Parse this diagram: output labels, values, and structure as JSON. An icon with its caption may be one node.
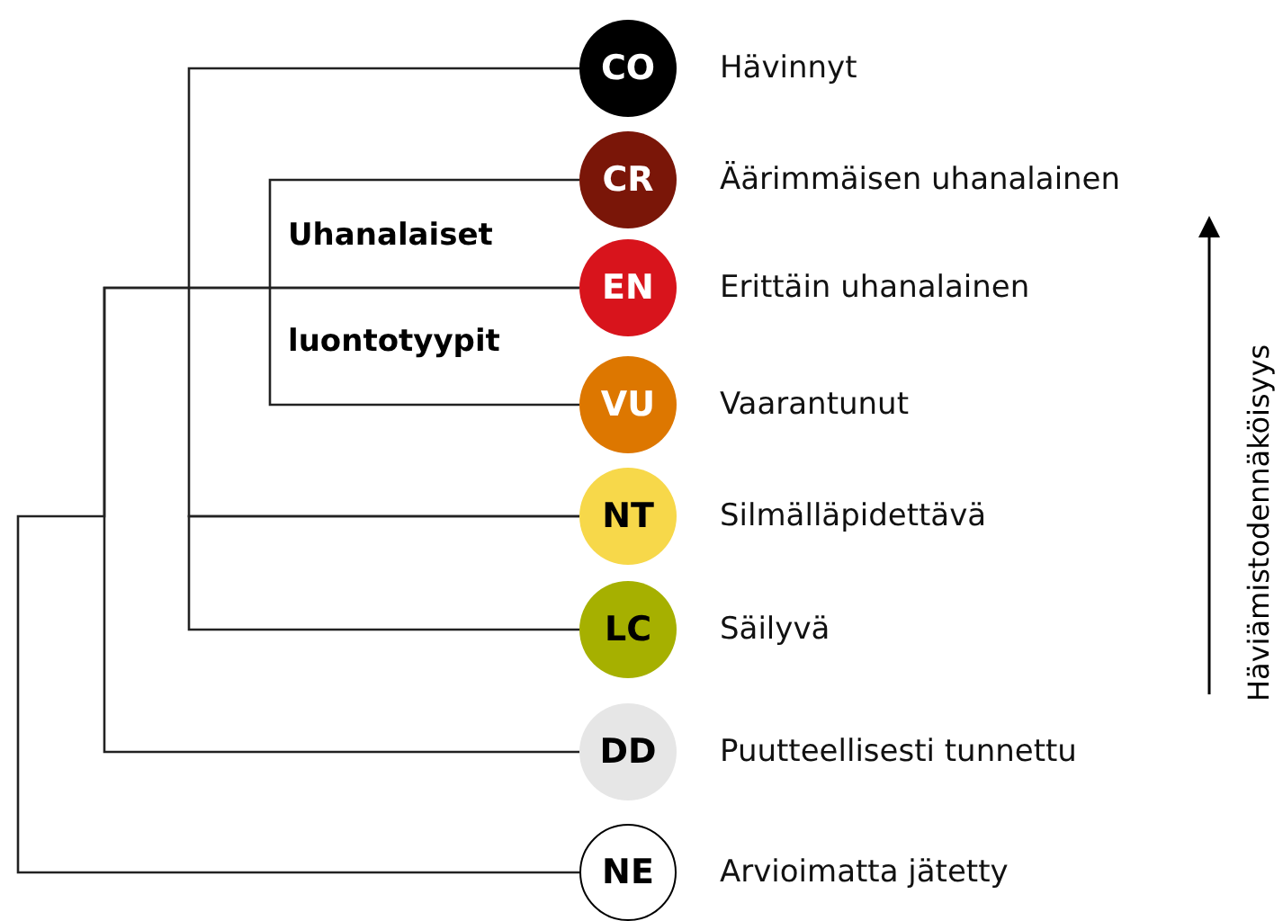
{
  "diagram": {
    "nodes": [
      {
        "text": [
          "CO"
        ],
        "beside": [
          "Hävinnyt"
        ]
      },
      {
        "text": [
          "CR"
        ],
        "beside": [
          "Äärimmäisen uhanalainen"
        ]
      },
      {
        "text": [
          "EN"
        ],
        "beside": [
          "Erittäin uhanalainen"
        ]
      },
      {
        "text": [
          "VU"
        ],
        "beside": [
          "Vaarantunut"
        ]
      },
      {
        "text": [
          "NT"
        ],
        "beside": [
          "Silmälläpidettävä"
        ]
      },
      {
        "text": [
          "LC"
        ],
        "beside": [
          "Säilyvä"
        ]
      },
      {
        "text": [
          "DD"
        ],
        "beside": [
          "Puutteellisesti tunnettu"
        ]
      },
      {
        "text": [
          "NE"
        ],
        "beside": [
          "Arvioimatta jätetty"
        ]
      }
    ],
    "edges": [
      {
        "from": 1,
        "to": 3,
        "arrow": "none"
      },
      {
        "from": 0,
        "to": 4,
        "arrow": "none"
      },
      {
        "from": 4,
        "to": 5,
        "arrow": "none"
      },
      {
        "from": 2,
        "to": 6,
        "arrow": "none"
      },
      {
        "from": 7,
        "to": 2,
        "arrow": "none"
      }
    ],
    "labels": [
      "Uhanalaiset",
      "luontotyypit",
      "Häviämistodennäköisyys"
    ]
  }
}
